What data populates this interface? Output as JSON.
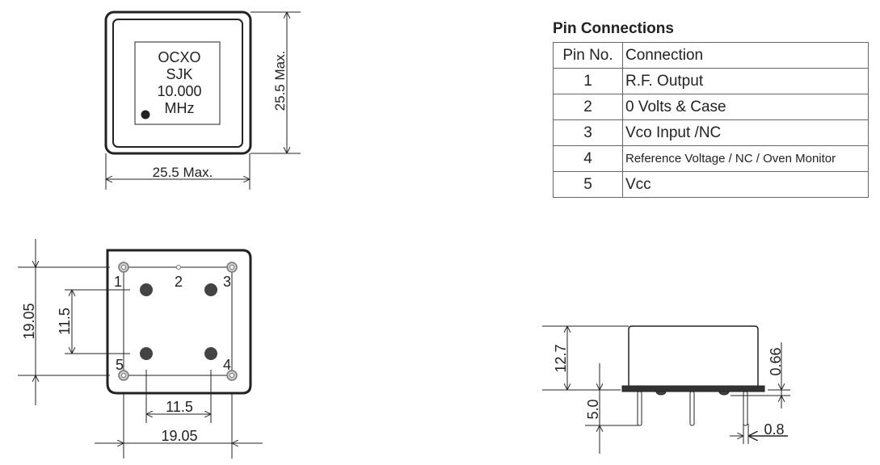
{
  "top_view": {
    "label_lines": [
      "OCXO",
      "SJK",
      "10.000",
      "MHz"
    ],
    "dim_height": "25.5 Max.",
    "dim_width": "25.5 Max."
  },
  "pin_table": {
    "title": "Pin Connections",
    "headers": [
      "Pin No.",
      "Connection"
    ],
    "rows": [
      {
        "pin": "1",
        "connection": "R.F. Output"
      },
      {
        "pin": "2",
        "connection": "0 Volts & Case"
      },
      {
        "pin": "3",
        "connection": "Vco Input /NC"
      },
      {
        "pin": "4",
        "connection": "Reference Voltage / NC / Oven Monitor"
      },
      {
        "pin": "5",
        "connection": "Vcc"
      }
    ]
  },
  "bottom_view": {
    "pin_labels": [
      "1",
      "2",
      "3",
      "4",
      "5"
    ],
    "dim_outer_vertical": "19.05",
    "dim_inner_vertical": "11.5",
    "dim_inner_horizontal": "11.5",
    "dim_outer_horizontal": "19.05"
  },
  "side_view": {
    "dim_body_height": "12.7",
    "dim_pin_length": "5.0",
    "dim_flange": "0.66",
    "dim_pin_diameter": "0.8"
  }
}
